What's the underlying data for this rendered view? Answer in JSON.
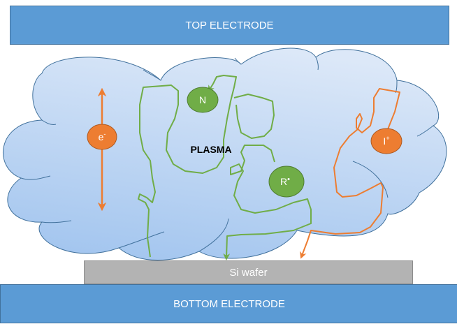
{
  "top_electrode": {
    "label": "TOP ELECTRODE"
  },
  "bottom_electrode": {
    "label": "BOTTOM ELECTRODE"
  },
  "wafer": {
    "label": "Si wafer"
  },
  "plasma": {
    "label": "PLASMA"
  },
  "particles": {
    "electron": {
      "symbol": "e",
      "superscript": "-",
      "color": "#ed7d31"
    },
    "neutral": {
      "symbol": "N",
      "color": "#70ad47"
    },
    "radical": {
      "symbol": "R",
      "superscript": "•",
      "color": "#70ad47"
    },
    "ion": {
      "symbol": "I",
      "superscript": "+",
      "color": "#ed7d31"
    }
  },
  "colors": {
    "electrode": "#5b9bd5",
    "wafer": "#b3b3b3",
    "cloud_top": "#dae7f7",
    "cloud_bottom": "#a9c9f0",
    "cloud_stroke": "#41719c",
    "green_path": "#70ad47",
    "orange_path": "#ed7d31"
  }
}
